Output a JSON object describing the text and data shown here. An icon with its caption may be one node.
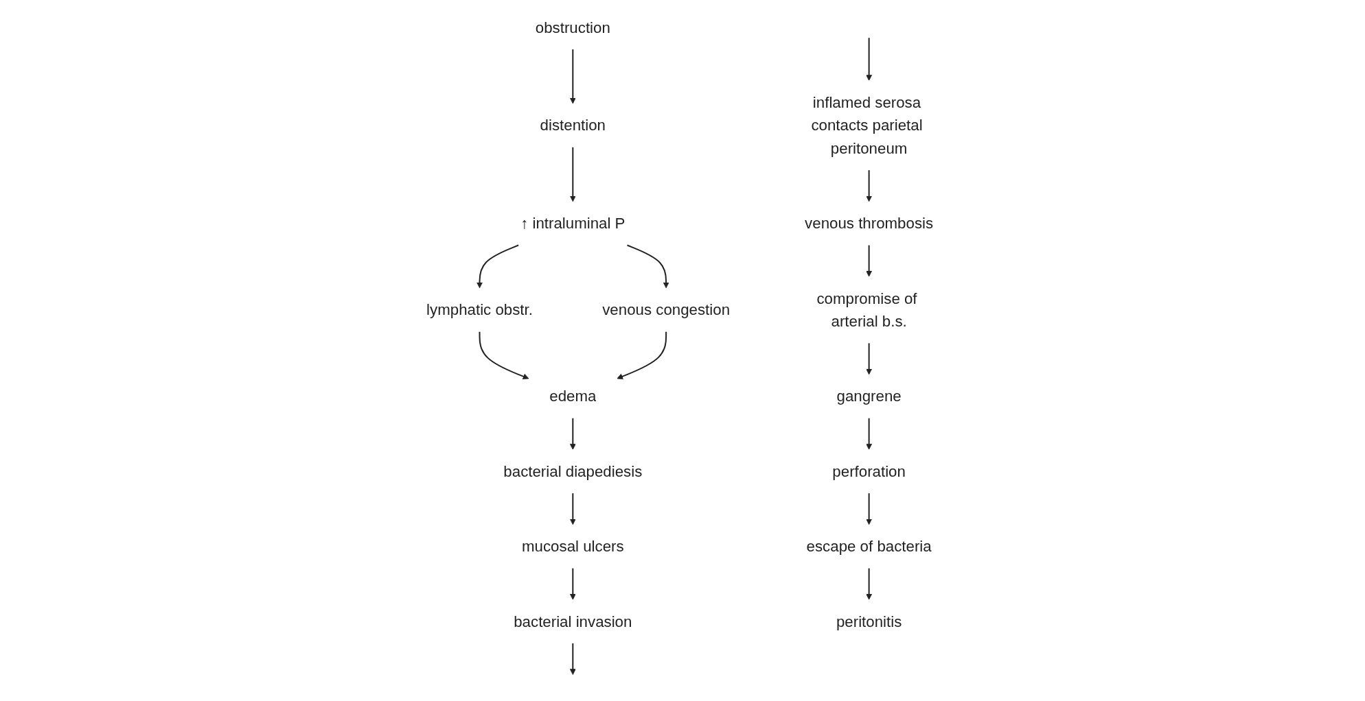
{
  "diagram": {
    "nodes": [
      {
        "text": [
          "obstruction"
        ]
      },
      {
        "text": [
          "distention"
        ]
      },
      {
        "text": [
          "↑ intraluminal P"
        ]
      },
      {
        "text": [
          "lymphatic obstr."
        ]
      },
      {
        "text": [
          "venous congestion"
        ]
      },
      {
        "text": [
          "edema"
        ]
      },
      {
        "text": [
          "bacterial diapediesis"
        ]
      },
      {
        "text": [
          "mucosal ulcers"
        ]
      },
      {
        "text": [
          "bacterial invasion"
        ]
      },
      {
        "text": [
          "inflamed serosa contacts parietal peritoneum"
        ]
      },
      {
        "text": [
          "venous thrombosis"
        ]
      },
      {
        "text": [
          "compromise of arterial b.s."
        ]
      },
      {
        "text": [
          "gangrene"
        ]
      },
      {
        "text": [
          "perforation"
        ]
      },
      {
        "text": [
          "escape of bacteria"
        ]
      },
      {
        "text": [
          "peritonitis"
        ]
      }
    ],
    "edges": [
      {
        "from": 0,
        "to": 1,
        "arrow": "to"
      },
      {
        "from": 1,
        "to": 2,
        "arrow": "to"
      },
      {
        "from": 2,
        "to": 3,
        "arrow": "to"
      },
      {
        "from": 2,
        "to": 4,
        "arrow": "to"
      },
      {
        "from": 3,
        "to": 5,
        "arrow": "to"
      },
      {
        "from": 4,
        "to": 5,
        "arrow": "to"
      },
      {
        "from": 5,
        "to": 6,
        "arrow": "to"
      },
      {
        "from": 6,
        "to": 7,
        "arrow": "to"
      },
      {
        "from": 7,
        "to": 8,
        "arrow": "to"
      },
      {
        "from": 8,
        "to": null,
        "arrow": "to"
      },
      {
        "from": null,
        "to": 9,
        "arrow": "to"
      },
      {
        "from": 9,
        "to": 10,
        "arrow": "to"
      },
      {
        "from": 10,
        "to": 11,
        "arrow": "to"
      },
      {
        "from": 11,
        "to": 12,
        "arrow": "to"
      },
      {
        "from": 12,
        "to": 13,
        "arrow": "to"
      },
      {
        "from": 13,
        "to": 14,
        "arrow": "to"
      },
      {
        "from": 14,
        "to": 15,
        "arrow": "to"
      }
    ]
  }
}
